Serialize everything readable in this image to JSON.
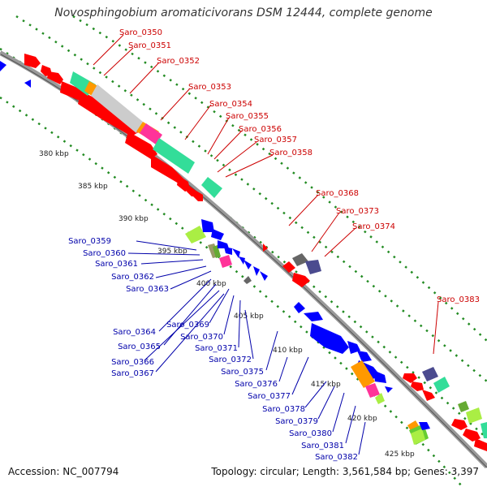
{
  "title": "Novosphingobium aromaticivorans DSM 12444, complete genome",
  "footer": {
    "accession": "Accession: NC_007794",
    "summary": "Topology: circular; Length: 3,561,584 bp; Genes: 3,397"
  },
  "colors": {
    "forward_strand": "#ff0000",
    "reverse_strand": "#0000ff",
    "backbone": "#999999",
    "dots": "#228b22",
    "label_forward": "#cc0000",
    "label_reverse": "#0000aa"
  },
  "scale_labels": [
    "380 kbp",
    "385 kbp",
    "390 kbp",
    "395 kbp",
    "400 kbp",
    "405 kbp",
    "410 kbp",
    "415 kbp",
    "420 kbp",
    "425 kbp"
  ],
  "forward_labels": [
    "Saro_0350",
    "Saro_0351",
    "Saro_0352",
    "Saro_0353",
    "Saro_0354",
    "Saro_0355",
    "Saro_0356",
    "Saro_0357",
    "Saro_0358",
    "Saro_0368",
    "Saro_0373",
    "Saro_0374",
    "Saro_0383"
  ],
  "reverse_labels": [
    "Saro_0359",
    "Saro_0360",
    "Saro_0361",
    "Saro_0362",
    "Saro_0363",
    "Saro_0364",
    "Saro_0365",
    "Saro_0366",
    "Saro_0367",
    "Saro_0369",
    "Saro_0370",
    "Saro_0371",
    "Saro_0372",
    "Saro_0375",
    "Saro_0376",
    "Saro_0377",
    "Saro_0378",
    "Saro_0379",
    "Saro_0380",
    "Saro_0381",
    "Saro_0382"
  ]
}
